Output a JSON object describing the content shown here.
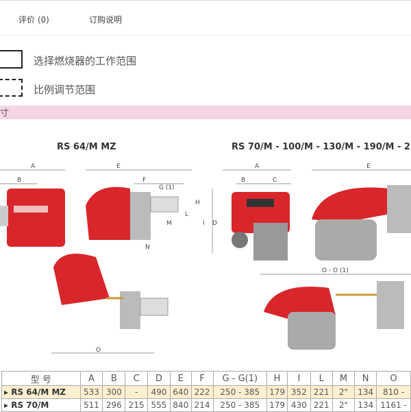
{
  "tabs": [
    {
      "label": "评价 (0)"
    },
    {
      "label": "订购说明"
    }
  ],
  "legend": {
    "solid": "选择燃烧器的工作范围",
    "dashed": "比例调节范围"
  },
  "section_title": "寸",
  "diagrams": {
    "left_title": "RS 64/M MZ",
    "right_title": "RS 70/M - 100/M - 130/M - 190/M - 2",
    "dim_labels": {
      "A": "A",
      "B": "B",
      "C": "C",
      "D": "D",
      "E": "E",
      "F": "F",
      "G": "G (1)",
      "H": "H",
      "I": "I",
      "L": "L",
      "M": "M",
      "N": "N",
      "O": "O",
      "O1": "O - O (1)"
    }
  },
  "table": {
    "headers": [
      "型 号",
      "A",
      "B",
      "C",
      "D",
      "E",
      "F",
      "G - G(1)",
      "H",
      "I",
      "L",
      "M",
      "N",
      "O"
    ],
    "rows": [
      [
        "▸ RS 64/M MZ",
        "533",
        "300",
        "-",
        "490",
        "640",
        "222",
        "250 - 385",
        "179",
        "352",
        "221",
        "2\"",
        "134",
        "810 -"
      ],
      [
        "▸ RS 70/M",
        "511",
        "296",
        "215",
        "555",
        "840",
        "214",
        "250 - 385",
        "179",
        "430",
        "221",
        "2\"",
        "134",
        "1161 -"
      ]
    ]
  },
  "colors": {
    "burner_red": "#d9262b",
    "pink_band": "#f5d5e5",
    "row_highlight": "#fdf0d0"
  }
}
